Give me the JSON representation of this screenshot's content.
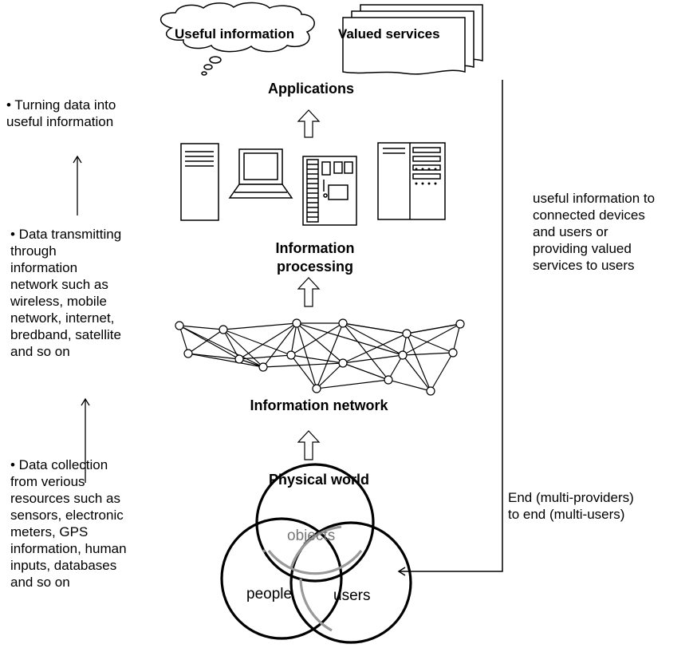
{
  "top": {
    "cloud_label": "Useful information",
    "services_label": "Valued services"
  },
  "layers": {
    "applications": "Applications",
    "processing_line1": "Information",
    "processing_line2": "processing",
    "network": "Information network",
    "physical": "Physical world"
  },
  "venn": {
    "objects": "objects",
    "people": "people",
    "users": "users"
  },
  "left_notes": {
    "note1": "• Turning data into\nuseful information",
    "note2": "• Data transmitting\nthrough\ninformation\nnetwork such as\nwireless, mobile\nnetwork, internet,\nbredband, satellite\nand so on",
    "note3": "• Data collection\nfrom verious\nresources such as\nsensors, electronic\nmeters, GPS\ninformation, human\ninputs, databases\nand so on"
  },
  "right_notes": {
    "note1": "useful information to\nconnected devices\nand users or\nproviding valued\nservices to users",
    "note2": "End (multi-providers)\nto end (multi-users)"
  }
}
